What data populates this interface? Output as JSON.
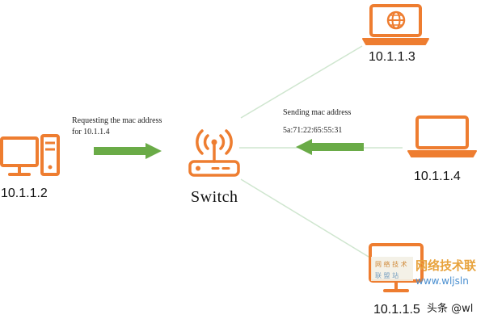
{
  "colors": {
    "device": "#ee7d30",
    "arrow": "#6aab47",
    "line": "#cfe6cf",
    "text": "#111111"
  },
  "hosts": [
    {
      "id": "host-1",
      "ip": "10.1.1.2",
      "icon": "desktop-computer-icon"
    },
    {
      "id": "host-2",
      "ip": "10.1.1.3",
      "icon": "laptop-globe-icon"
    },
    {
      "id": "host-3",
      "ip": "10.1.1.4",
      "icon": "laptop-icon"
    },
    {
      "id": "host-4",
      "ip": "10.1.1.5",
      "icon": "monitor-icon"
    }
  ],
  "switch": {
    "label": "Switch",
    "icon": "switch-router-icon"
  },
  "request": {
    "line1": "Requesting the mac address",
    "line2": "for 10.1.1.4"
  },
  "reply": {
    "line1": "Sending mac address",
    "line2": "5a:71:22:65:55:31"
  },
  "watermark": {
    "title": "网络技术联",
    "url": "www.wljsln",
    "badge": "头条 @wl"
  }
}
